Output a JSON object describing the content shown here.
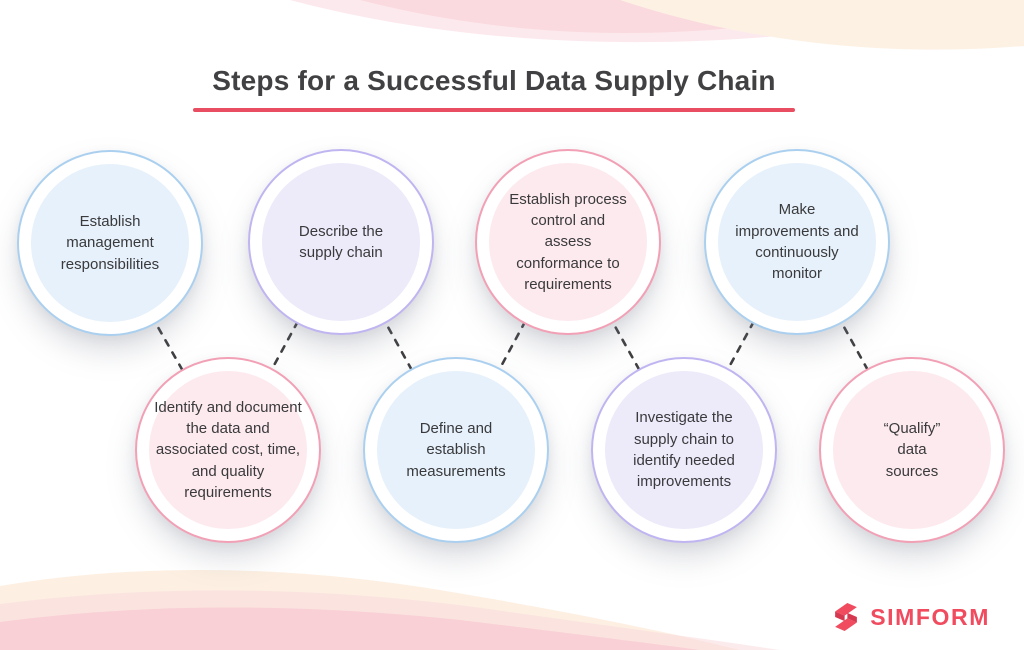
{
  "page": {
    "title_text": "Steps for a Successful Data Supply Chain"
  },
  "steps": [
    {
      "seq": 1,
      "row": "top",
      "color": "blue",
      "label": "Establish management responsibilities"
    },
    {
      "seq": 2,
      "row": "bottom",
      "color": "pink",
      "label": "Identify and document the data and associated cost, time, and quality requirements"
    },
    {
      "seq": 3,
      "row": "top",
      "color": "purple",
      "label": "Describe the supply chain"
    },
    {
      "seq": 4,
      "row": "bottom",
      "color": "blue",
      "label": "Define and establish measurements"
    },
    {
      "seq": 5,
      "row": "top",
      "color": "pink",
      "label": "Establish process control and assess conformance to requirements"
    },
    {
      "seq": 6,
      "row": "bottom",
      "color": "purple",
      "label": "Investigate the supply chain to identify needed improvements"
    },
    {
      "seq": 7,
      "row": "top",
      "color": "blue",
      "label": "Make improvements and continuously monitor"
    },
    {
      "seq": 8,
      "row": "bottom",
      "color": "pink",
      "label": "“Qualify” data sources"
    }
  ],
  "colors": {
    "title_text": "#414042",
    "title_underline": "#e94d61",
    "step_text": "#3a3a3c",
    "blue_fill": "#e6f1fb",
    "blue_border": "#abd0ef",
    "purple_fill": "#edeafa",
    "purple_border": "#c0b5f1",
    "pink_fill": "#fdeaee",
    "pink_border": "#f2a0b5",
    "connector": "#3f3f42",
    "brand_red": "#f04b5e",
    "wave_pink": "#fadade",
    "wave_peach": "#fdf1e4"
  },
  "logo": {
    "brand": "SIMFORM",
    "icon": "simform-s-icon"
  }
}
